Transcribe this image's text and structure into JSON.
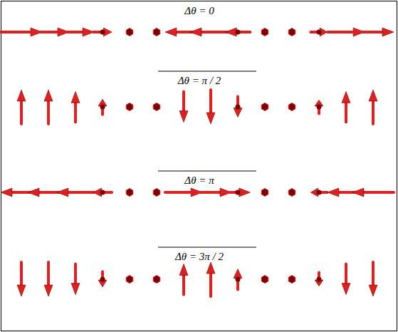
{
  "diagram": {
    "labels": [
      "Δθ = 0",
      "Δθ = π / 2",
      "Δθ = π",
      "Δθ = 3π / 2"
    ]
  }
}
